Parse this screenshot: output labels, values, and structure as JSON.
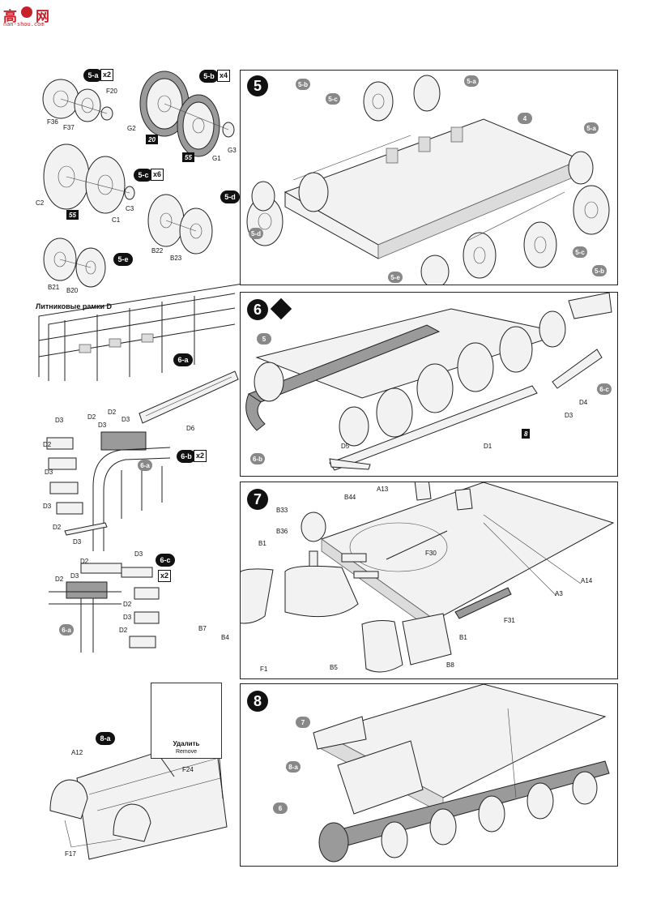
{
  "logo": {
    "glyph": "高",
    "name": "网",
    "url": "nan-shou.com"
  },
  "steps": {
    "s5": "5",
    "s6": "6",
    "s7": "7",
    "s8": "8"
  },
  "subs": {
    "a5": "5-a",
    "b5": "5-b",
    "c5": "5-c",
    "d5": "5-d",
    "e5": "5-e",
    "a6": "6-a",
    "b6": "6-b",
    "c6": "6-c",
    "a8": "8-a"
  },
  "multipliers": {
    "a5": "x2",
    "b5": "x4",
    "c5": "x6",
    "b6": "x2",
    "c6": "x2"
  },
  "paint_codes": {
    "p20": "20",
    "p55a": "55",
    "p55b": "55",
    "p8": "8"
  },
  "sprue_title": "Литниковые рамки D",
  "remove": {
    "ru": "Удалить",
    "en": "Remove"
  },
  "parts": {
    "F36": "F36",
    "F37": "F37",
    "F20": "F20",
    "G2": "G2",
    "G1": "G1",
    "G3": "G3",
    "C2": "C2",
    "C1": "C1",
    "C3": "C3",
    "B22": "B22",
    "B23": "B23",
    "B21": "B21",
    "B20": "B20",
    "D2": "D2",
    "D3": "D3",
    "D6": "D6",
    "D5": "D5",
    "D1": "D1",
    "D4": "D4",
    "A13": "A13",
    "B44": "B44",
    "B33": "B33",
    "B36": "B36",
    "B1": "B1",
    "F30": "F30",
    "A14": "A14",
    "A3": "A3",
    "F31": "F31",
    "B7": "B7",
    "B4": "B4",
    "F1": "F1",
    "B5": "B5",
    "B8": "B8",
    "A12": "A12",
    "F24": "F24",
    "F17": "F17"
  },
  "callouts": {
    "c4": "4",
    "c5": "5",
    "c6": "6",
    "c7": "7"
  }
}
